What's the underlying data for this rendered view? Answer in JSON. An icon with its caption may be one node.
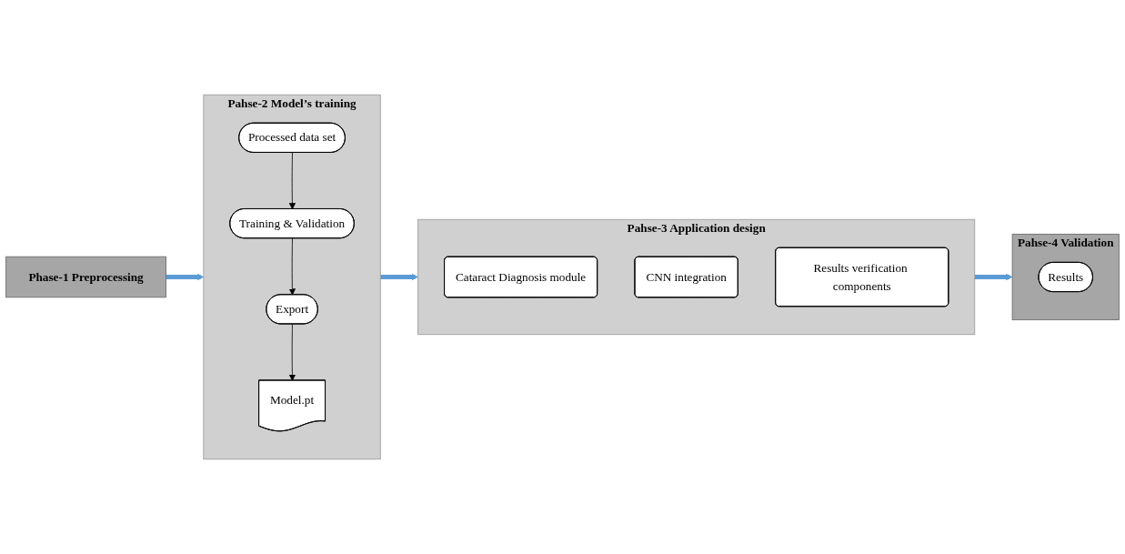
{
  "diagram": {
    "nodes": [
      {
        "text": [
          "Phase-1 Preprocessing"
        ]
      },
      {
        "text": [
          "Pahse-2 Model’s training"
        ]
      },
      {
        "text": [
          "Processed data set"
        ],
        "in": 1
      },
      {
        "text": [
          "Training & Validation"
        ],
        "in": 1
      },
      {
        "text": [
          "Export"
        ],
        "in": 1
      },
      {
        "text": [
          "Model.pt"
        ],
        "in": 1
      },
      {
        "text": [
          "Pahse-3 Application design"
        ]
      },
      {
        "text": [
          "Cataract Diagnosis module"
        ],
        "in": 6
      },
      {
        "text": [
          "CNN integration"
        ],
        "in": 6
      },
      {
        "text": [
          "Results verification components"
        ],
        "in": 6
      },
      {
        "text": [
          "Pahse-4 Validation"
        ]
      },
      {
        "text": [
          "Results"
        ],
        "in": 10
      }
    ],
    "edges": [
      {
        "from": 0,
        "to": 1,
        "arrow": "to",
        "style": "thick",
        "color": "#5b9bd5"
      },
      {
        "from": 2,
        "to": 3,
        "arrow": "to",
        "color": "#000000"
      },
      {
        "from": 3,
        "to": 4,
        "arrow": "to",
        "color": "#000000"
      },
      {
        "from": 4,
        "to": 5,
        "arrow": "to",
        "color": "#000000"
      },
      {
        "from": 1,
        "to": 6,
        "arrow": "to",
        "style": "thick",
        "color": "#5b9bd5"
      },
      {
        "from": 6,
        "to": 10,
        "arrow": "to",
        "style": "thick",
        "color": "#5b9bd5"
      }
    ]
  }
}
